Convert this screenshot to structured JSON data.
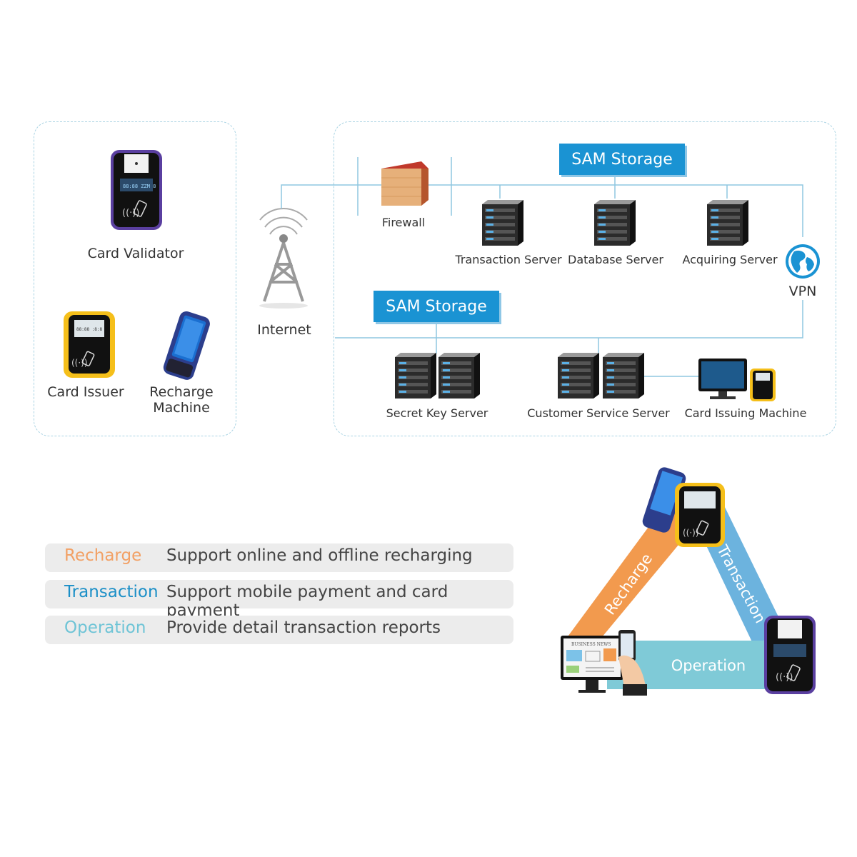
{
  "left_panel": {
    "card_validator": "Card Validator",
    "card_issuer": "Card Issuer",
    "recharge_machine": "Recharge Machine"
  },
  "internet_label": "Internet",
  "network": {
    "firewall": "Firewall",
    "sam_storage_top": "SAM Storage",
    "sam_storage_bottom": "SAM Storage",
    "transaction_server": "Transaction Server",
    "database_server": "Database Server",
    "acquiring_server": "Acquiring Server",
    "vpn": "VPN",
    "secret_key_server": "Secret Key Server",
    "customer_service_server": "Customer Service Server",
    "card_issuing_machine": "Card Issuing Machine"
  },
  "features": [
    {
      "key": "Recharge",
      "value": "Support online and offline recharging",
      "color": "#f2a064"
    },
    {
      "key": "Transaction",
      "value": "Support mobile payment and card payment",
      "color": "#1b8fc7"
    },
    {
      "key": "Operation",
      "value": "Provide detail transaction reports",
      "color": "#6ec4d6"
    }
  ],
  "triangle": {
    "recharge": "Recharge",
    "transaction": "Transaction",
    "operation": "Operation",
    "newspaper": "BUSINESS NEWS",
    "colors": {
      "recharge": "#f29a4e",
      "transaction": "#6cb3de",
      "operation": "#7fcad7"
    }
  },
  "colors": {
    "accent": "#1a93d3",
    "panel_border": "#a9d3e3",
    "line": "#8fc7e0"
  }
}
